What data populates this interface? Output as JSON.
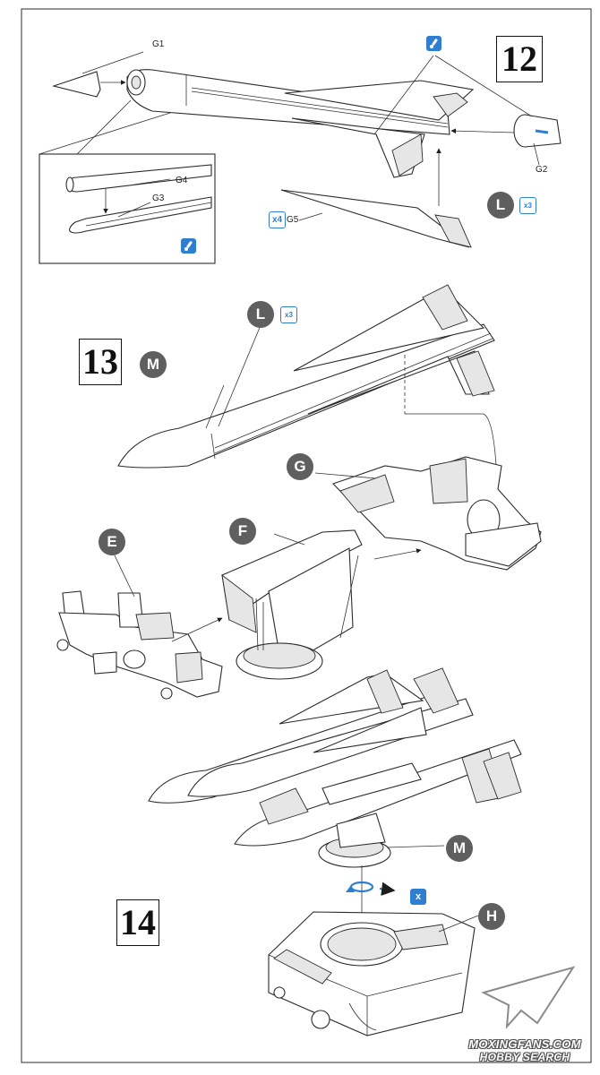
{
  "steps": {
    "step_12": "12",
    "step_13": "13",
    "step_14": "14"
  },
  "parts": {
    "g1": "G1",
    "g2": "G2",
    "g3": "G3",
    "g4": "G4",
    "g5": "G5"
  },
  "quantities": {
    "g5_qty": "x4",
    "l_qty_step12": "x3",
    "l_qty_step13": "x3"
  },
  "sub_assemblies": {
    "l_step12": "L",
    "l_step13": "L",
    "m_step13": "M",
    "g_step13": "G",
    "e_step13": "E",
    "f_step13": "F",
    "m_step14": "M",
    "h_step14": "H"
  },
  "icons": {
    "cement": "cement-icon",
    "no_cement": "no-cement-icon",
    "rotate": "rotate-arrow-icon"
  },
  "colors": {
    "instruction_blue": "#2f7fd0",
    "badge_grey": "#5f5f5f",
    "line_dark": "#2b2b2b"
  },
  "watermark": {
    "line1": "MOXINGFANS.COM",
    "line2": "HOBBY SEARCH"
  }
}
